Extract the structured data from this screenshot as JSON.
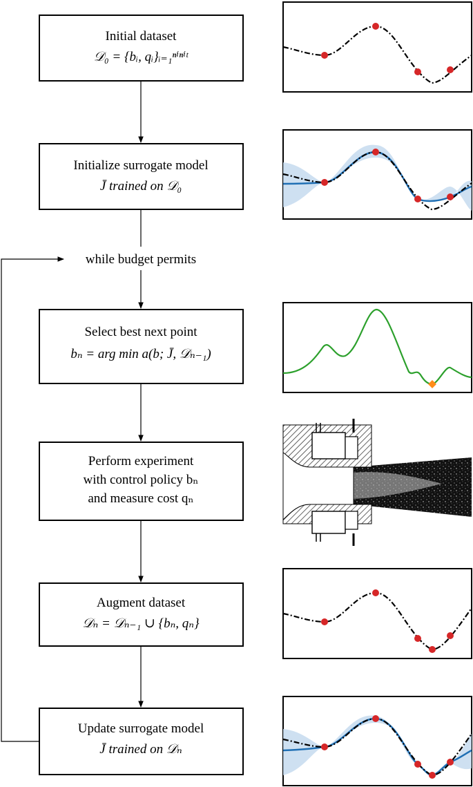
{
  "steps": [
    {
      "line1": "Initial dataset",
      "math": "𝒟₀ = {bᵢ, qᵢ}ᵢ₌₁ⁿⁱⁿⁱᵗ"
    },
    {
      "line1": "Initialize surrogate model",
      "math": "J̄ trained on 𝒟₀"
    },
    {
      "line1": "Select best next point",
      "math": "bₙ = arg min a(b; J̄, 𝒟ₙ₋₁)"
    },
    {
      "line1": "Perform experiment",
      "line2": "with control policy bₙ",
      "line3": "and measure cost qₙ"
    },
    {
      "line1": "Augment dataset",
      "math": "𝒟ₙ = 𝒟ₙ₋₁ ∪ {bₙ, qₙ}"
    },
    {
      "line1": "Update surrogate model",
      "math": "J̄ trained on 𝒟ₙ"
    }
  ],
  "loop_label": "while budget permits",
  "colors": {
    "true_function": "#000000",
    "surrogate_mean": "#1f6fb4",
    "uncertainty": "#c6dbef",
    "sample_point": "#d62728",
    "acquisition": "#2ca02c",
    "next_point": "#ff8c1a"
  },
  "panels": [
    {
      "kind": "samples",
      "icon": "true-function-plot"
    },
    {
      "kind": "surrogate",
      "icon": "surrogate-plot"
    },
    {
      "kind": "acquisition",
      "icon": "acquisition-plot"
    },
    {
      "kind": "experiment",
      "icon": "jet-experiment-icon"
    },
    {
      "kind": "samples",
      "icon": "true-function-plot"
    },
    {
      "kind": "surrogate",
      "icon": "surrogate-plot"
    }
  ]
}
